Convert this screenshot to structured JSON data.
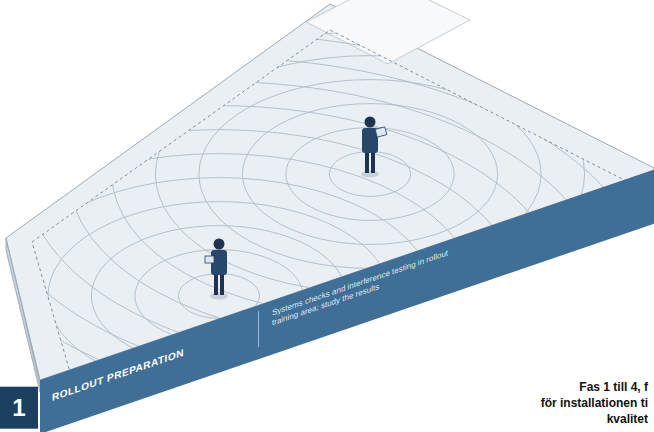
{
  "diagram": {
    "nodes": [
      {
        "text": [
          "1",
          "ROLLOUT PREPARATION",
          "Systems checks and interference testing in rollout training area; study the results"
        ]
      }
    ],
    "labels": [
      "Fas 1 till 4, f",
      "för installationen ti",
      "kvalitet"
    ]
  }
}
